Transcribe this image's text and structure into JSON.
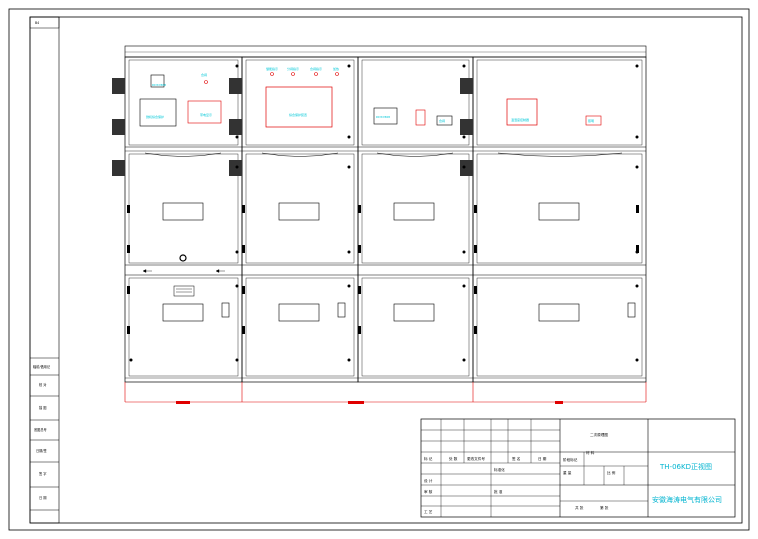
{
  "corner_code": "B4",
  "left_strip": [
    "辐射/借用记",
    "校 对",
    "描 图",
    "底图总号",
    "日期/签",
    "签 字",
    "日 期"
  ],
  "labels": {
    "cabinet1_meter": "DDSY868",
    "cabinet1_indicator": "带电显示",
    "cabinet1_relay": "微机综合保护",
    "cabinet1_lamp": "合闸",
    "cabinet2_indicators": [
      "储能指示",
      "分闸指示",
      "合闸指示",
      "加热"
    ],
    "cabinet2_device": "综合保护装置",
    "cabinet3_device": "DDSY868",
    "cabinet3_small": "合闸",
    "cabinet4_device": "温湿度控制器",
    "cabinet4_small": "照明"
  },
  "title_block": {
    "drawing_name": "二次原理图",
    "project": "TH-06KD正视图",
    "company": "安徽海涛电气有限公司",
    "rows": [
      "标 记",
      "处 数",
      "更改文件号",
      "签 名",
      "日 期",
      "设 计",
      "审 核",
      "工 艺",
      "标准化",
      "批 准"
    ],
    "stage_label": "阶段标记",
    "weight_label": "重 量",
    "scale_label": "比 例",
    "sheet_label": "共 张",
    "sheet_no": "第 张",
    "material_label": "材 料"
  },
  "colors": {
    "line": "#000000",
    "accent_cyan": "#00c8d8",
    "accent_red": "#e00000"
  }
}
